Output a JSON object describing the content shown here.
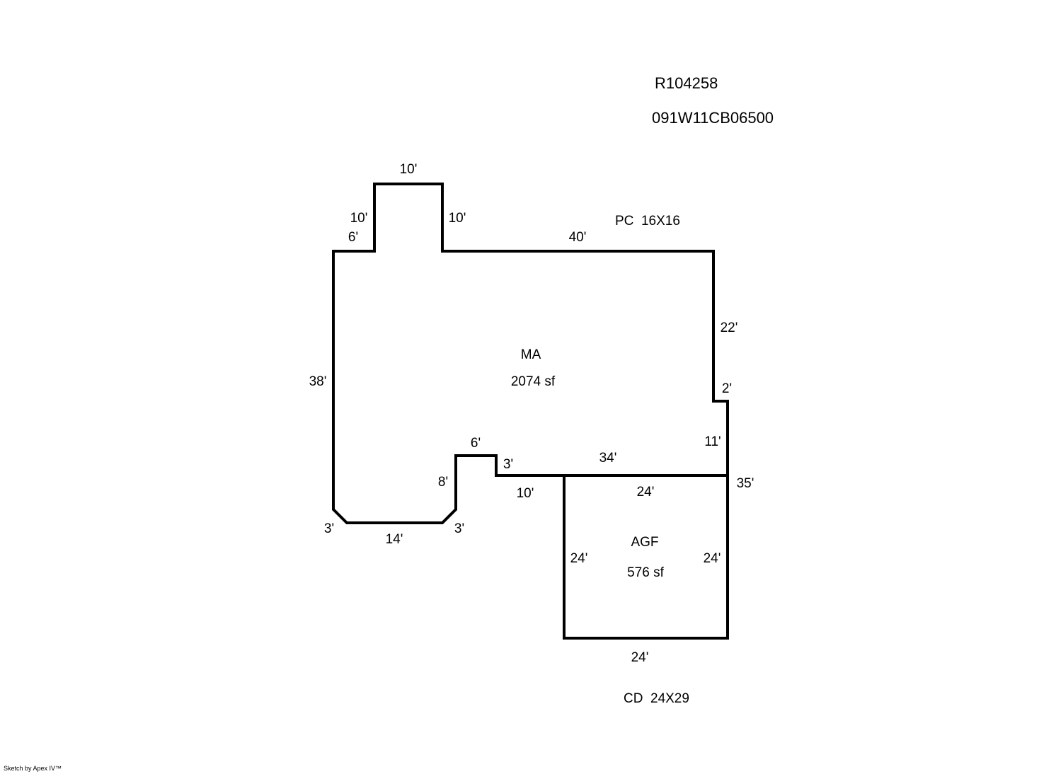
{
  "header": {
    "record_id": "R104258",
    "parcel_number": "091W11CB06500"
  },
  "areas": {
    "main": {
      "code": "MA",
      "area": "2074 sf"
    },
    "garage": {
      "code": "AGF",
      "area": "576 sf"
    }
  },
  "notes": {
    "porch": "PC  16X16",
    "deck": "CD  24X29"
  },
  "dimensions": {
    "bump_top": "10'",
    "bump_left": "10'",
    "bump_right": "10'",
    "top_left": "6'",
    "top_right": "40'",
    "right_upper": "22'",
    "right_jog": "2'",
    "right_lower": "11'",
    "left": "38'",
    "chamfer_left": "3'",
    "bottom_left": "14'",
    "chamfer_right": "3'",
    "notch_side": "8'",
    "notch_top": "6'",
    "notch_drop": "3'",
    "bottom_mid": "10'",
    "bottom_right": "34'",
    "overall_right": "35'",
    "garage_top": "24'",
    "garage_left": "24'",
    "garage_right": "24'",
    "garage_bottom": "24'"
  },
  "footer": {
    "credit": "Sketch by Apex IV™"
  },
  "colors": {
    "line": "#000000",
    "background": "#ffffff"
  }
}
